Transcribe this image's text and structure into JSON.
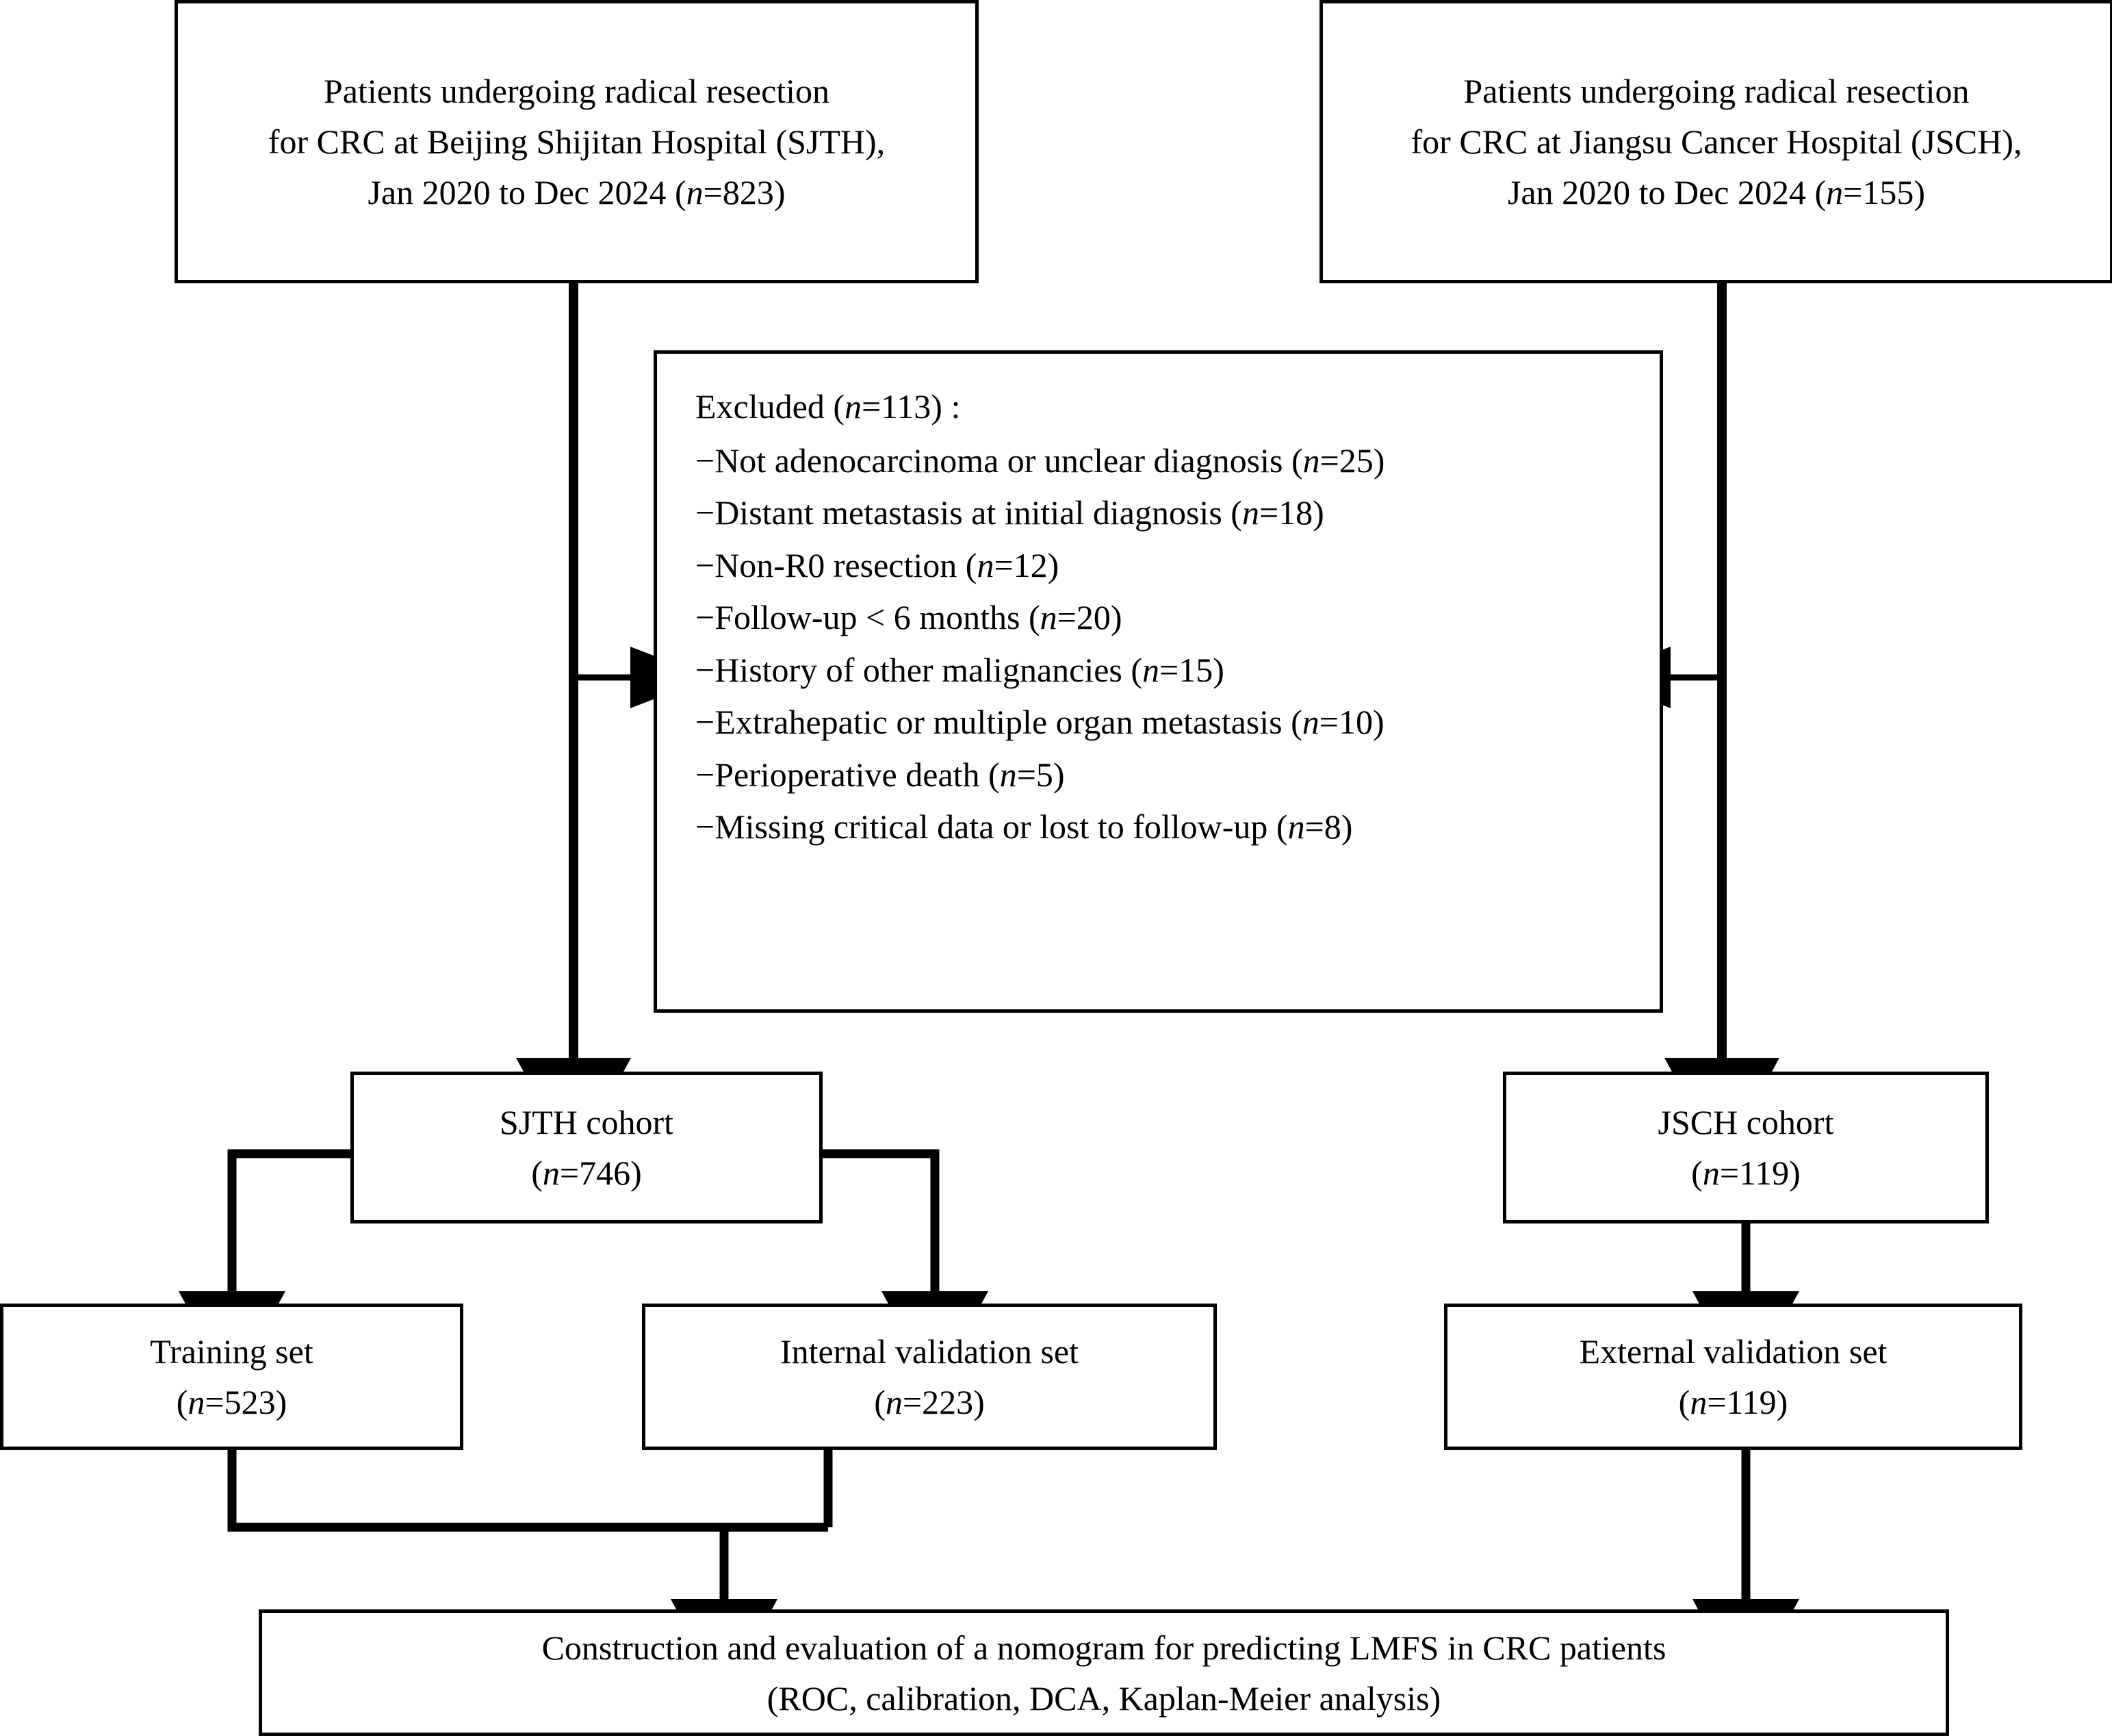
{
  "diagram": {
    "type": "patient-selection-flowchart",
    "title": "CRC nomogram patient selection flow",
    "line_color": "#000000",
    "background_color": "#ffffff"
  },
  "nodes": {
    "sjth_source": {
      "name": "sjth-source-box",
      "lines": [
        "Patients undergoing radical resection",
        "for CRC at Beijing Shijitan Hospital (SJTH),",
        "Jan 2020 to Dec 2024 (n=823)"
      ],
      "n": 823
    },
    "jsch_source": {
      "name": "jsch-source-box",
      "lines": [
        "Patients undergoing radical resection",
        "for CRC at Jiangsu Cancer Hospital (JSCH),",
        "Jan 2020 to Dec 2024 (n=155)"
      ],
      "n": 155
    },
    "excluded": {
      "name": "excluded-box",
      "header": "Excluded (n=113) :",
      "total": 113,
      "items": [
        {
          "label": "−Not adenocarcinoma or unclear diagnosis (n=25)",
          "n": 25
        },
        {
          "label": "−Distant metastasis at initial diagnosis (n=18)",
          "n": 18
        },
        {
          "label": "−Non-R0 resection (n=12)",
          "n": 12
        },
        {
          "label": "−Follow-up < 6 months (n=20)",
          "n": 20
        },
        {
          "label": "−History of other malignancies (n=15)",
          "n": 15
        },
        {
          "label": "−Extrahepatic or multiple organ metastasis (n=10)",
          "n": 10
        },
        {
          "label": "−Perioperative death (n=5)",
          "n": 5
        },
        {
          "label": "−Missing critical data or lost to follow-up (n=8)",
          "n": 8
        }
      ]
    },
    "sjth_cohort": {
      "name": "sjth-cohort-box",
      "lines": [
        "SJTH cohort",
        "(n=746)"
      ],
      "n": 746
    },
    "jsch_cohort": {
      "name": "jsch-cohort-box",
      "lines": [
        "JSCH cohort",
        "(n=119)"
      ],
      "n": 119
    },
    "training_set": {
      "name": "training-set-box",
      "lines": [
        "Training set",
        "(n=523)"
      ],
      "n": 523
    },
    "internal_validation": {
      "name": "internal-validation-box",
      "lines": [
        "Internal validation set",
        "(n=223)"
      ],
      "n": 223
    },
    "external_validation": {
      "name": "external-validation-box",
      "lines": [
        "External validation set",
        "(n=119)"
      ],
      "n": 119
    },
    "outcome": {
      "name": "outcome-box",
      "lines": [
        "Construction and evaluation of a nomogram for predicting LMFS in CRC patients",
        "(ROC, calibration, DCA, Kaplan-Meier analysis)"
      ]
    }
  },
  "edges": [
    {
      "from": "sjth_source",
      "to": "excluded",
      "arrow": "right"
    },
    {
      "from": "jsch_source",
      "to": "excluded",
      "arrow": "left"
    },
    {
      "from": "sjth_source",
      "to": "sjth_cohort",
      "arrow": "down"
    },
    {
      "from": "jsch_source",
      "to": "jsch_cohort",
      "arrow": "down"
    },
    {
      "from": "sjth_cohort",
      "to": "training_set",
      "arrow": "down"
    },
    {
      "from": "sjth_cohort",
      "to": "internal_validation",
      "arrow": "down"
    },
    {
      "from": "jsch_cohort",
      "to": "external_validation",
      "arrow": "down"
    },
    {
      "from": "training_set",
      "to": "outcome",
      "arrow": "down"
    },
    {
      "from": "internal_validation",
      "to": "outcome",
      "arrow": "down"
    },
    {
      "from": "external_validation",
      "to": "outcome",
      "arrow": "down"
    }
  ]
}
